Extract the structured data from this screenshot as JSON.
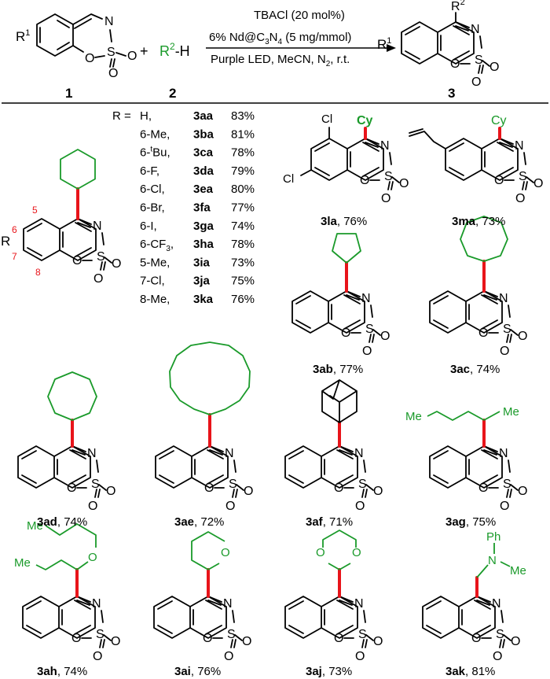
{
  "scheme": {
    "reactant1_label": "1",
    "reactant2_label": "2",
    "product_label": "3",
    "plus": "+",
    "reagent2": "R",
    "reagent2_sup": "2",
    "reagent2_tail": "-H",
    "r1_label": "R",
    "r1_sup": "1",
    "r2_label": "R",
    "r2_sup": "2",
    "condition_line1": "TBACl (20 mol%)",
    "condition_line2_pre": "6% Nd@C",
    "condition_line2_sub1": "3",
    "condition_line2_mid": "N",
    "condition_line2_sub2": "4",
    "condition_line2_post": " (5 mg/mmol)",
    "condition_line3_pre": "Purple LED, MeCN, N",
    "condition_line3_sub": "2",
    "condition_line3_post": ", r.t."
  },
  "atoms": {
    "N": "N",
    "S": "S",
    "O": "O",
    "Cl": "Cl",
    "Cy": "Cy",
    "Me": "Me",
    "Ph": "Ph",
    "R": "R"
  },
  "ring_positions": [
    "5",
    "6",
    "7",
    "8"
  ],
  "substituent_table": {
    "header": "R =",
    "rows": [
      {
        "r": "H,",
        "code": "3aa",
        "yield": "83%"
      },
      {
        "r": "6-Me,",
        "code": "3ba",
        "yield": "81%"
      },
      {
        "r_pre": "6-",
        "r_sup": "t",
        "r_post": "Bu,",
        "code": "3ca",
        "yield": "78%"
      },
      {
        "r": "6-F,",
        "code": "3da",
        "yield": "79%"
      },
      {
        "r": "6-Cl,",
        "code": "3ea",
        "yield": "80%"
      },
      {
        "r": "6-Br,",
        "code": "3fa",
        "yield": "77%"
      },
      {
        "r": "6-I,",
        "code": "3ga",
        "yield": "74%"
      },
      {
        "r_pre": "6-CF",
        "r_sub": "3",
        "r_post": ",",
        "code": "3ha",
        "yield": "78%"
      },
      {
        "r": "5-Me,",
        "code": "3ia",
        "yield": "73%"
      },
      {
        "r": "7-Cl,",
        "code": "3ja",
        "yield": "75%"
      },
      {
        "r": "8-Me,",
        "code": "3ka",
        "yield": "76%"
      }
    ]
  },
  "compounds": [
    {
      "code": "3la",
      "yield": ", 76%"
    },
    {
      "code": "3ma",
      "yield": ", 73%"
    },
    {
      "code": "3ab",
      "yield": ", 77%"
    },
    {
      "code": "3ac",
      "yield": ", 74%"
    },
    {
      "code": "3ad",
      "yield": ", 74%"
    },
    {
      "code": "3ae",
      "yield": ", 72%"
    },
    {
      "code": "3af",
      "yield": ", 71%"
    },
    {
      "code": "3ag",
      "yield": ", 75%"
    },
    {
      "code": "3ah",
      "yield": ", 74%"
    },
    {
      "code": "3ai",
      "yield": ", 76%"
    },
    {
      "code": "3aj",
      "yield": ", 73%"
    },
    {
      "code": "3ak",
      "yield": ", 81%"
    }
  ],
  "colors": {
    "substituent_green": "#1a9a2a",
    "new_bond_red": "#e8141a"
  }
}
